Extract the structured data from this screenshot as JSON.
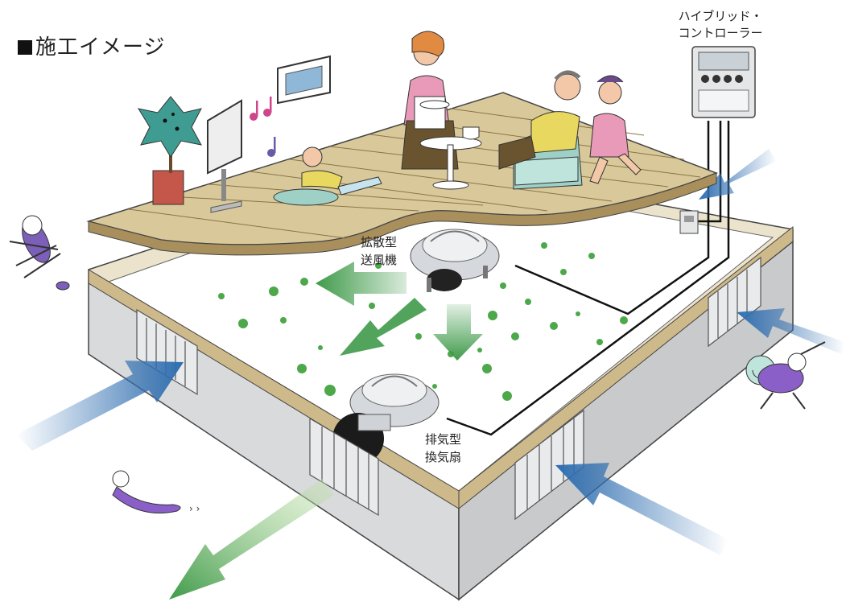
{
  "title": "施工イメージ",
  "labels": {
    "controller": "ハイブリッド・\nコントローラー",
    "diffuser_fan": "拡散型\n送風機",
    "exhaust_fan": "排気型\n換気扇"
  },
  "colors": {
    "inflow_arrow": "#2f6eb0",
    "outflow_arrow": "#3f9a4a",
    "fresh_air_dot": "#4ca84a",
    "deck_wood": "#d9c99a",
    "foundation_wall": "#d9dadc",
    "wall_top": "#cdb98a"
  },
  "icons": [
    "controller-icon",
    "diffuser-fan-icon",
    "exhaust-fan-icon",
    "vent-icon",
    "bug-icon",
    "plant-icon",
    "tv-icon",
    "picture-icon",
    "music-note-icon",
    "family-icon",
    "sofa-icon",
    "table-icon"
  ]
}
